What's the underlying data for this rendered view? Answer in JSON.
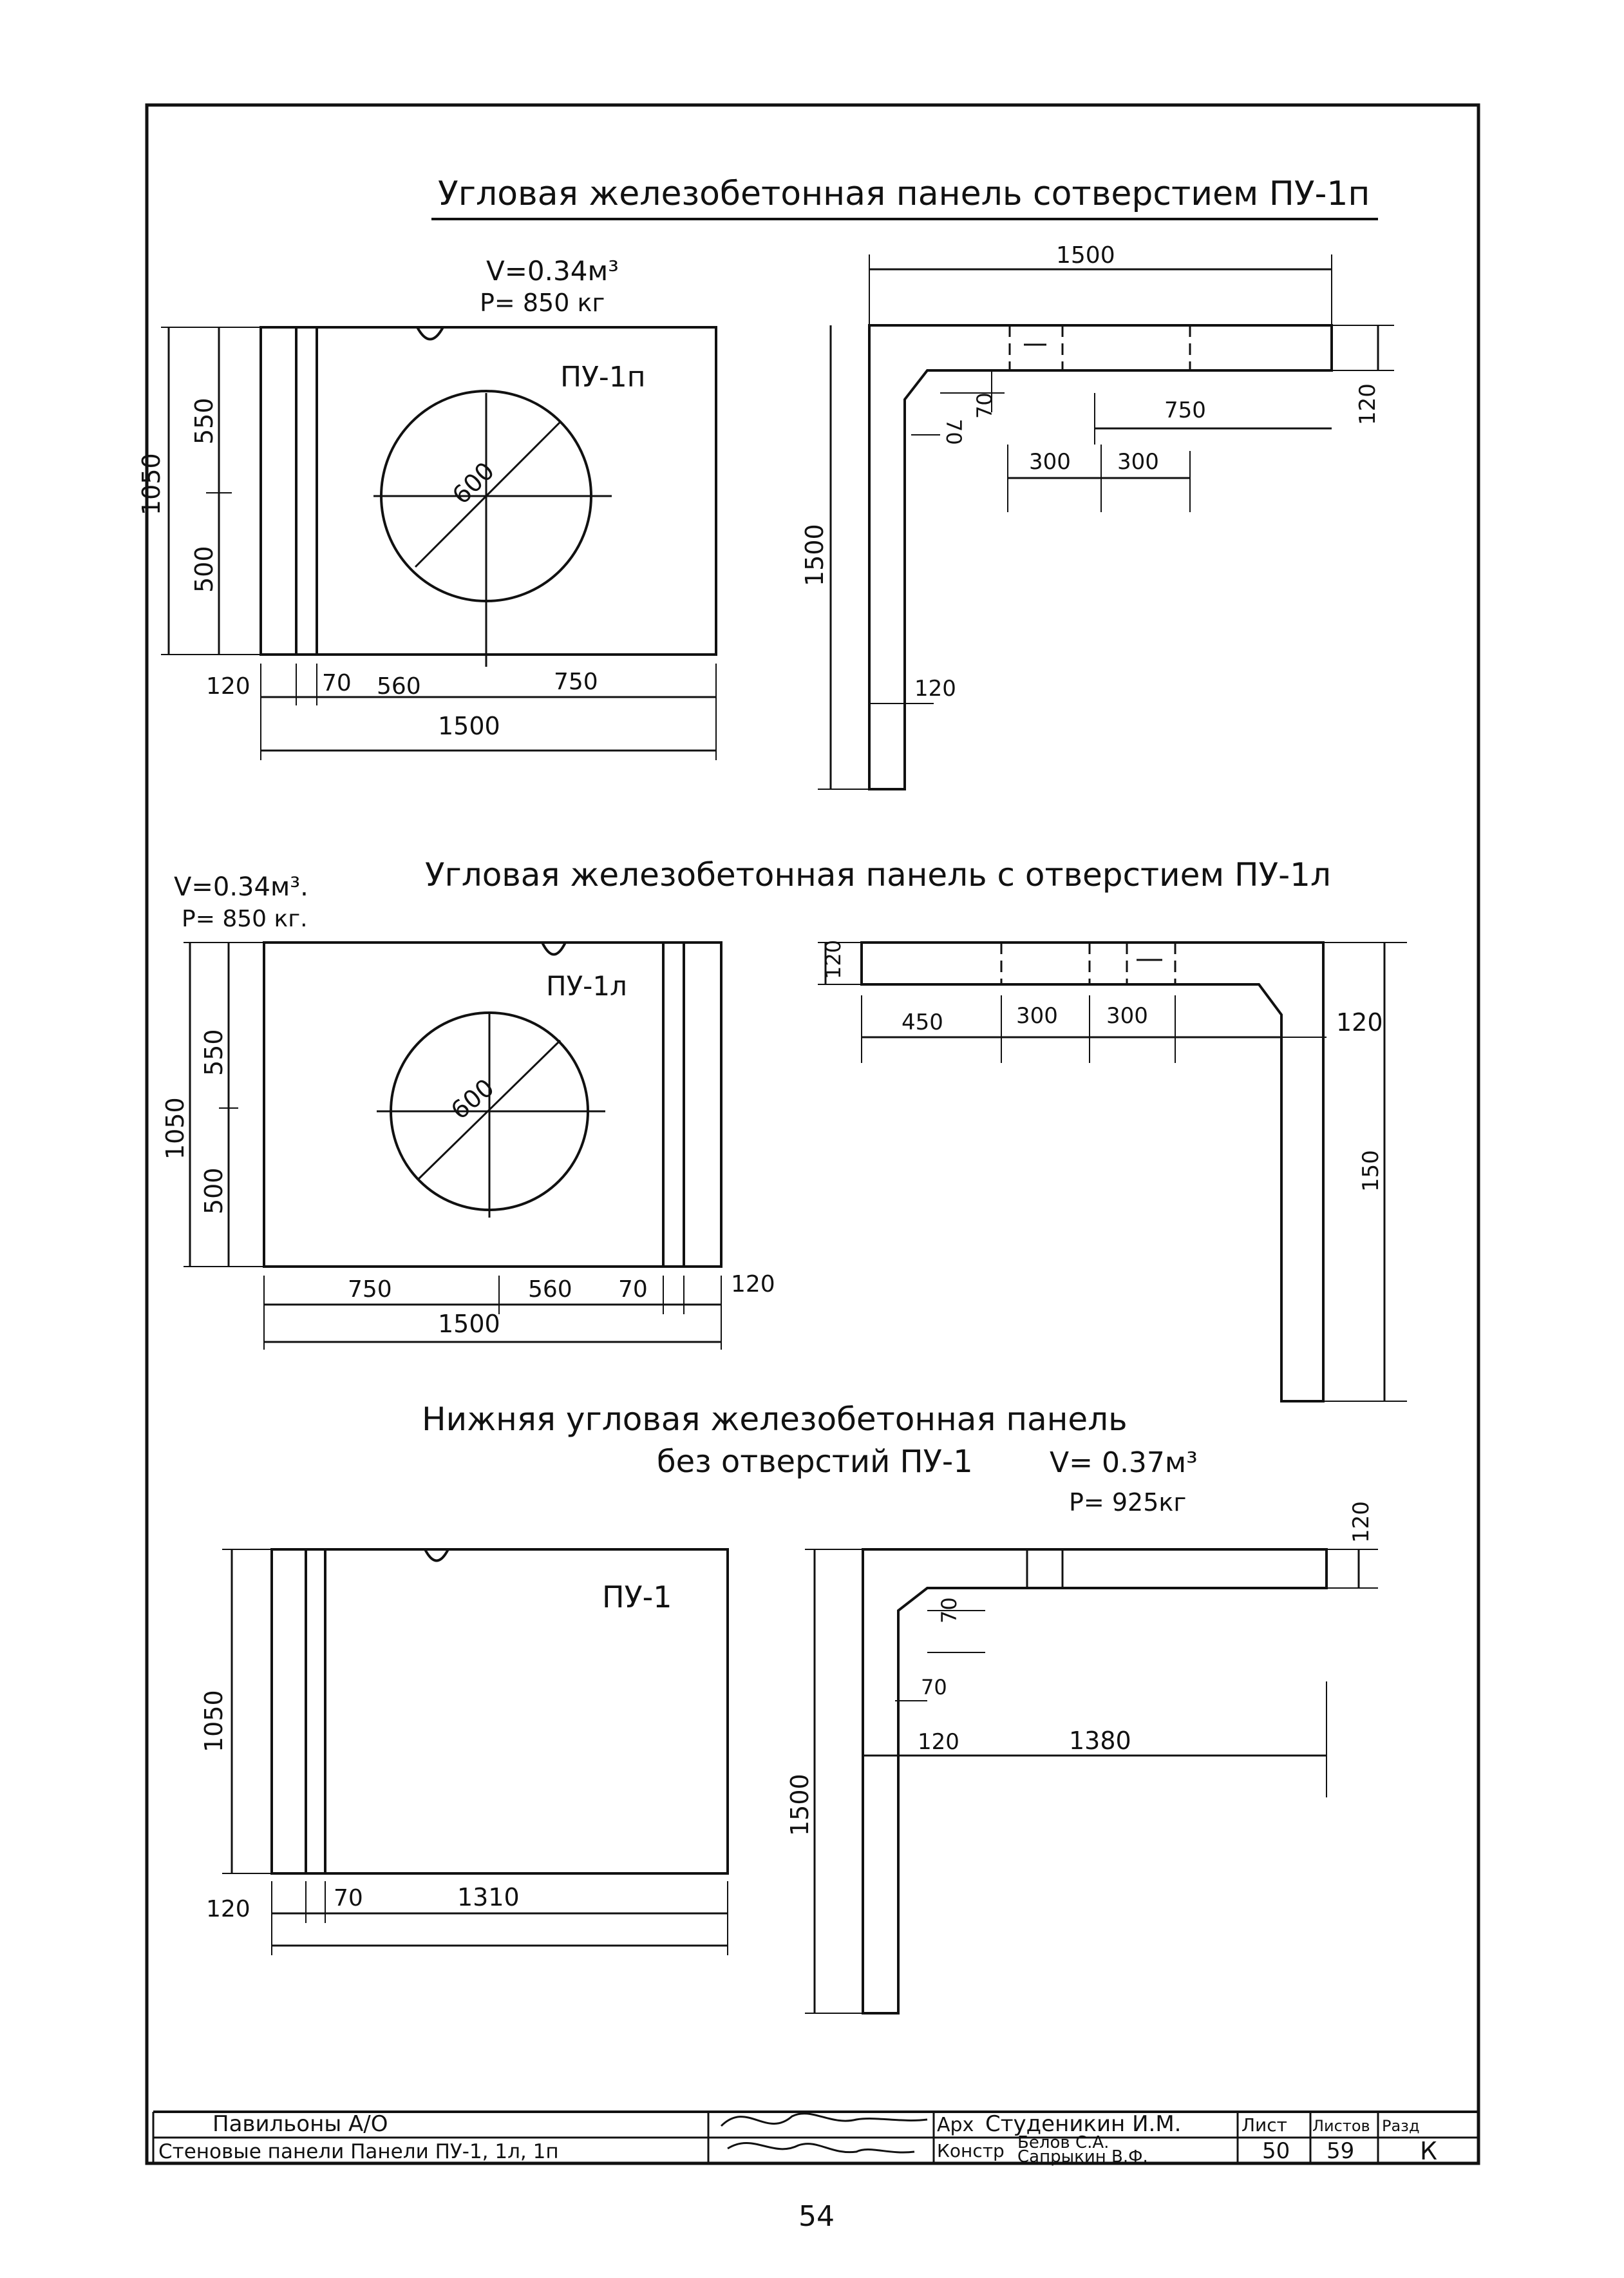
{
  "sections": {
    "s1": {
      "title": "Угловая железобетонная панель сотверстием ПУ-1п",
      "volume": "V=0.34м³",
      "weight": "P= 850 кг",
      "mark": "ПУ-1п",
      "hole": "600",
      "plan_dims": {
        "h_total": "1050",
        "h_top": "550",
        "h_bottom": "500",
        "w_total": "1500",
        "w1": "120",
        "w2": "70",
        "w3": "560",
        "w4": "750"
      },
      "section_dims": {
        "top": "1500",
        "d750": "750",
        "d300a": "300",
        "d300b": "300",
        "t120a": "120",
        "t120b": "120",
        "t70a": "70",
        "t70b": "70",
        "height": "1500"
      }
    },
    "s2": {
      "title": "Угловая железобетонная панель с отверстием ПУ-1л",
      "volume": "V=0.34м³.",
      "weight": "P= 850 кг.",
      "mark": "ПУ-1л",
      "hole": "600",
      "plan_dims": {
        "h_total": "1050",
        "h_top": "550",
        "h_bottom": "500",
        "w_total": "1500",
        "w1": "750",
        "w2": "560",
        "w3": "70",
        "w4": "120"
      },
      "section_dims": {
        "t120a": "120",
        "d450": "450",
        "d300a": "300",
        "d300b": "300",
        "t120b": "120",
        "height": "150"
      }
    },
    "s3": {
      "title_line1": "Нижняя угловая железобетонная панель",
      "title_line2": "без отверстий ПУ-1",
      "volume": "V= 0.37м³",
      "weight": "P= 925кг",
      "mark": "ПУ-1",
      "plan_dims": {
        "h_total": "1050",
        "w1": "120",
        "w2": "70",
        "w3": "1310"
      },
      "section_dims": {
        "t120a": "120",
        "t70a": "70",
        "t70b": "70",
        "t120b": "120",
        "d1380": "1380",
        "height": "1500"
      }
    }
  },
  "title_block": {
    "project": "Павильоны А/О",
    "sheet_title": "Стеновые панели Панели ПУ-1, 1л, 1п",
    "role1": "Арх",
    "name1": "Студеникин И.М.",
    "role2": "Констр",
    "name2a": "Белов С.А.",
    "name2b": "Сапрыкин В.Ф.",
    "col_sheet": "Лист",
    "col_sheets": "Листов",
    "col_section": "Разд",
    "sheet_no": "50",
    "sheets_total": "59",
    "section": "К"
  },
  "page_number": "54"
}
